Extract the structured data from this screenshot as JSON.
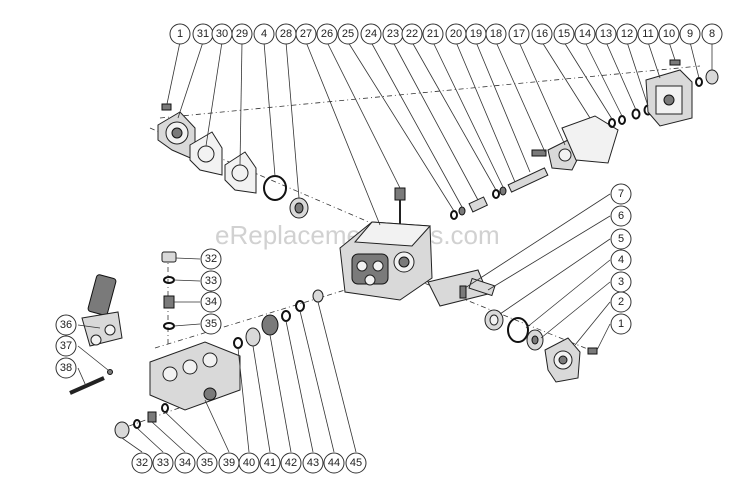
{
  "watermark": "eReplacementParts.com",
  "top_row_labels": [
    "1",
    "31",
    "30",
    "29",
    "4",
    "28",
    "27",
    "26",
    "25",
    "24",
    "23",
    "22",
    "21",
    "20",
    "19",
    "18",
    "17",
    "16",
    "15",
    "14",
    "13",
    "12",
    "11",
    "10",
    "9",
    "8"
  ],
  "right_column_labels": [
    "7",
    "6",
    "5",
    "4",
    "3",
    "2",
    "1"
  ],
  "center_column_labels": [
    "32",
    "33",
    "34",
    "35"
  ],
  "left_column_labels": [
    "36",
    "37",
    "38"
  ],
  "bottom_row_labels": [
    "32",
    "33",
    "34",
    "35",
    "39",
    "40",
    "41",
    "42",
    "43",
    "44",
    "45"
  ]
}
